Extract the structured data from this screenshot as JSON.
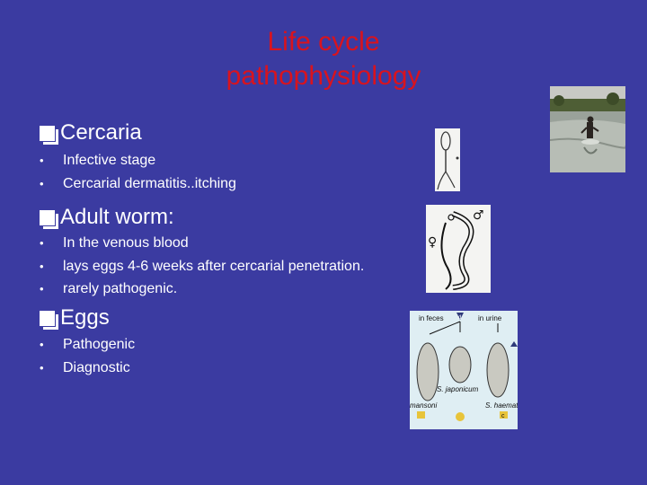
{
  "slide": {
    "title_line1": "Life cycle",
    "title_line2": "pathophysiology"
  },
  "sections": [
    {
      "heading": "Cercaria",
      "items": [
        "Infective stage",
        "Cercarial dermatitis..itching"
      ]
    },
    {
      "heading": "Adult worm:",
      "items": [
        "In the venous blood",
        "lays eggs 4-6 weeks after cercarial penetration.",
        "rarely pathogenic."
      ]
    },
    {
      "heading": "Eggs",
      "items": [
        "Pathogenic",
        "Diagnostic"
      ]
    }
  ],
  "egg_figure": {
    "label_feces": "in feces",
    "label_urine": "in urine",
    "label_japonicum": "S. japonicum",
    "label_mansoni": "mansoni",
    "label_haematobium": "S. haematob",
    "marker_d": "d",
    "marker_c": "c"
  },
  "worm_figure": {
    "male_symbol": "♂",
    "female_symbol": "♀"
  },
  "colors": {
    "background": "#3b3ba1",
    "title": "#d9131e",
    "text": "#ffffff"
  }
}
